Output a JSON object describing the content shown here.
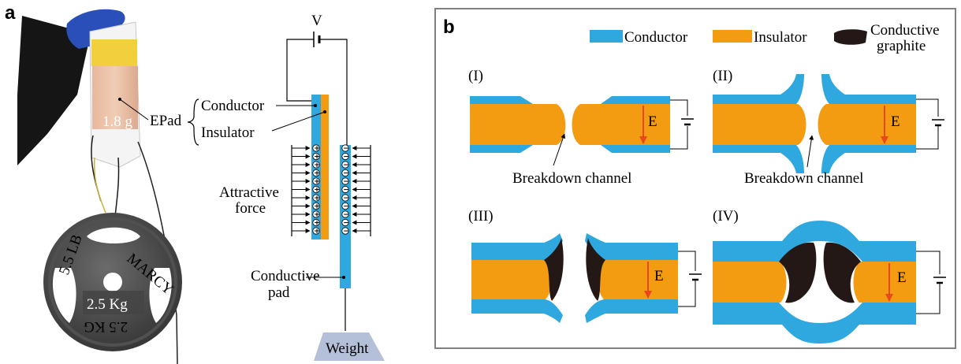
{
  "panel_a": {
    "letter": "a",
    "photo": {
      "epad_mass": "1.8 g",
      "epad_label": "EPad",
      "weight_mass": "2.5 Kg",
      "plate_text_top": "MARCY",
      "plate_text_left": "5.5 LB",
      "plate_text_bottom": "2.5 KG"
    },
    "schematic": {
      "voltage": "V",
      "conductor": "Conductor",
      "insulator": "Insulator",
      "attractive_force": [
        "Attractive",
        "force"
      ],
      "conductive_pad": [
        "Conductive",
        "pad"
      ],
      "weight": "Weight",
      "left_charge": "+",
      "right_charge": "−"
    }
  },
  "panel_b": {
    "letter": "b",
    "legend": {
      "conductor": "Conductor",
      "insulator": "Insulator",
      "graphite": [
        "Conductive",
        "graphite"
      ]
    },
    "stages": {
      "s1": {
        "label": "(I)",
        "field": "E",
        "channel": "Breakdown channel"
      },
      "s2": {
        "label": "(II)",
        "field": "E",
        "channel": "Breakdown channel"
      },
      "s3": {
        "label": "(III)",
        "field": "E"
      },
      "s4": {
        "label": "(IV)",
        "field": "E"
      }
    }
  },
  "colors": {
    "conductor": "#2ea8df",
    "insulator": "#f39c12",
    "graphite": "#231815",
    "field_arrow": "#e8481c",
    "weight_fill": "#b4c0d8",
    "frame": "#808080"
  }
}
